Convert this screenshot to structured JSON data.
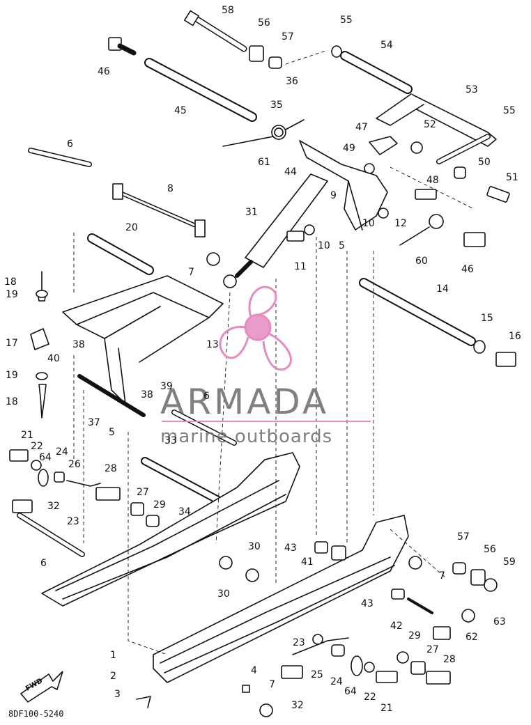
{
  "watermark": {
    "brand": "ARMADA",
    "tagline": "marine outboards",
    "logo_color": "#e58bc0"
  },
  "diagram": {
    "doc_id": "8DF100-5240",
    "fwd_label": "FWD",
    "callouts": [
      {
        "id": "c58",
        "text": "58"
      },
      {
        "id": "c56a",
        "text": "56"
      },
      {
        "id": "c57a",
        "text": "57"
      },
      {
        "id": "c55a",
        "text": "55"
      },
      {
        "id": "c54",
        "text": "54"
      },
      {
        "id": "c46a",
        "text": "46"
      },
      {
        "id": "c45",
        "text": "45"
      },
      {
        "id": "c36",
        "text": "36"
      },
      {
        "id": "c35",
        "text": "35"
      },
      {
        "id": "c53",
        "text": "53"
      },
      {
        "id": "c55b",
        "text": "55"
      },
      {
        "id": "c47",
        "text": "47"
      },
      {
        "id": "c52",
        "text": "52"
      },
      {
        "id": "c6a",
        "text": "6"
      },
      {
        "id": "c61",
        "text": "61"
      },
      {
        "id": "c44",
        "text": "44"
      },
      {
        "id": "c49",
        "text": "49"
      },
      {
        "id": "c50",
        "text": "50"
      },
      {
        "id": "c51",
        "text": "51"
      },
      {
        "id": "c8",
        "text": "8"
      },
      {
        "id": "c9",
        "text": "9"
      },
      {
        "id": "c48",
        "text": "48"
      },
      {
        "id": "c31",
        "text": "31"
      },
      {
        "id": "c12",
        "text": "12"
      },
      {
        "id": "c10a",
        "text": "10"
      },
      {
        "id": "c20",
        "text": "20"
      },
      {
        "id": "c10b",
        "text": "10"
      },
      {
        "id": "c5a",
        "text": "5"
      },
      {
        "id": "c11",
        "text": "11"
      },
      {
        "id": "c7a",
        "text": "7"
      },
      {
        "id": "c60",
        "text": "60"
      },
      {
        "id": "c46b",
        "text": "46"
      },
      {
        "id": "c18a",
        "text": "18"
      },
      {
        "id": "c14",
        "text": "14"
      },
      {
        "id": "c19a",
        "text": "19"
      },
      {
        "id": "c15",
        "text": "15"
      },
      {
        "id": "c17",
        "text": "17"
      },
      {
        "id": "c13",
        "text": "13"
      },
      {
        "id": "c16",
        "text": "16"
      },
      {
        "id": "c38a",
        "text": "38"
      },
      {
        "id": "c40",
        "text": "40"
      },
      {
        "id": "c19b",
        "text": "19"
      },
      {
        "id": "c39",
        "text": "39"
      },
      {
        "id": "c38b",
        "text": "38"
      },
      {
        "id": "c18b",
        "text": "18"
      },
      {
        "id": "c6b",
        "text": "6"
      },
      {
        "id": "c37",
        "text": "37"
      },
      {
        "id": "c5b",
        "text": "5"
      },
      {
        "id": "c21a",
        "text": "21"
      },
      {
        "id": "c22a",
        "text": "22"
      },
      {
        "id": "c33",
        "text": "33"
      },
      {
        "id": "c64a",
        "text": "64"
      },
      {
        "id": "c24a",
        "text": "24"
      },
      {
        "id": "c26",
        "text": "26"
      },
      {
        "id": "c28a",
        "text": "28"
      },
      {
        "id": "c27a",
        "text": "27"
      },
      {
        "id": "c29a",
        "text": "29"
      },
      {
        "id": "c32a",
        "text": "32"
      },
      {
        "id": "c34",
        "text": "34"
      },
      {
        "id": "c23a",
        "text": "23"
      },
      {
        "id": "c43a",
        "text": "43"
      },
      {
        "id": "c41",
        "text": "41"
      },
      {
        "id": "c57b",
        "text": "57"
      },
      {
        "id": "c56b",
        "text": "56"
      },
      {
        "id": "c59",
        "text": "59"
      },
      {
        "id": "c6c",
        "text": "6"
      },
      {
        "id": "c30a",
        "text": "30"
      },
      {
        "id": "c7b",
        "text": "7"
      },
      {
        "id": "c30b",
        "text": "30"
      },
      {
        "id": "c43b",
        "text": "43"
      },
      {
        "id": "c42",
        "text": "42"
      },
      {
        "id": "c63",
        "text": "63"
      },
      {
        "id": "c62",
        "text": "62"
      },
      {
        "id": "c29b",
        "text": "29"
      },
      {
        "id": "c23b",
        "text": "23"
      },
      {
        "id": "c27b",
        "text": "27"
      },
      {
        "id": "c1",
        "text": "1"
      },
      {
        "id": "c25",
        "text": "25"
      },
      {
        "id": "c28b",
        "text": "28"
      },
      {
        "id": "c2",
        "text": "2"
      },
      {
        "id": "c4",
        "text": "4"
      },
      {
        "id": "c24b",
        "text": "24"
      },
      {
        "id": "c3",
        "text": "3"
      },
      {
        "id": "c32b",
        "text": "32"
      },
      {
        "id": "c64b",
        "text": "64"
      },
      {
        "id": "c22b",
        "text": "22"
      },
      {
        "id": "c21b",
        "text": "21"
      },
      {
        "id": "c7c",
        "text": "7"
      }
    ]
  }
}
